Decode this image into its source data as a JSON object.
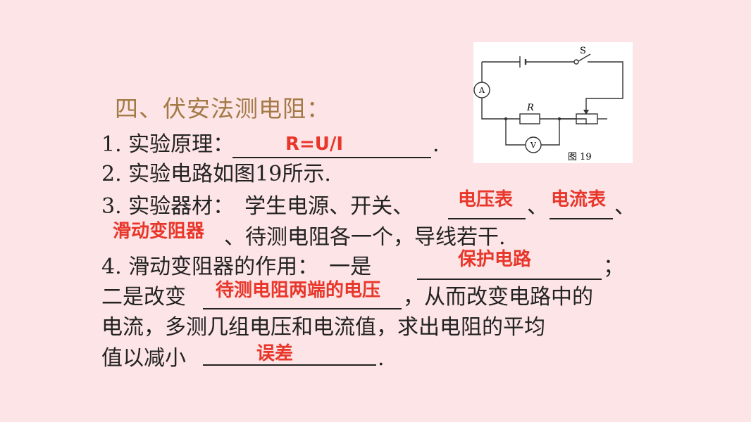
{
  "heading": "四、伏安法测电阻：",
  "lines": {
    "l1": "1. 实验原理：",
    "l1_end": ".",
    "l2": "2. 实验电路如图19所示.",
    "l3": "3. 实验器材：　学生电源、开关、",
    "l3_sep": "、",
    "l3_end": "、",
    "l4": "、待测电阻各一个，导线若干.",
    "l5": "4. 滑动变阻器的作用：　一是",
    "l5_end": "；",
    "l6_a": "二是改变",
    "l6_b": "，从而改变电路中的",
    "l7": "电流，多测几组电压和电流值，求出电阻的平均",
    "l8": "值以减小",
    "l8_end": "."
  },
  "answers": {
    "principle": "R=U/I",
    "voltmeter": "电压表",
    "ammeter": "电流表",
    "rheostat": "滑动变阻器",
    "protect": "保护电路",
    "voltage": "待测电阻两端的电压",
    "error": "误差"
  },
  "figure": {
    "caption": "图 19",
    "switch_label": "S",
    "resistor_label": "R",
    "ammeter_label": "A",
    "voltmeter_label": "V"
  },
  "colors": {
    "background": "#fde4e6",
    "heading": "#a27a46",
    "answer": "#e8362a"
  }
}
